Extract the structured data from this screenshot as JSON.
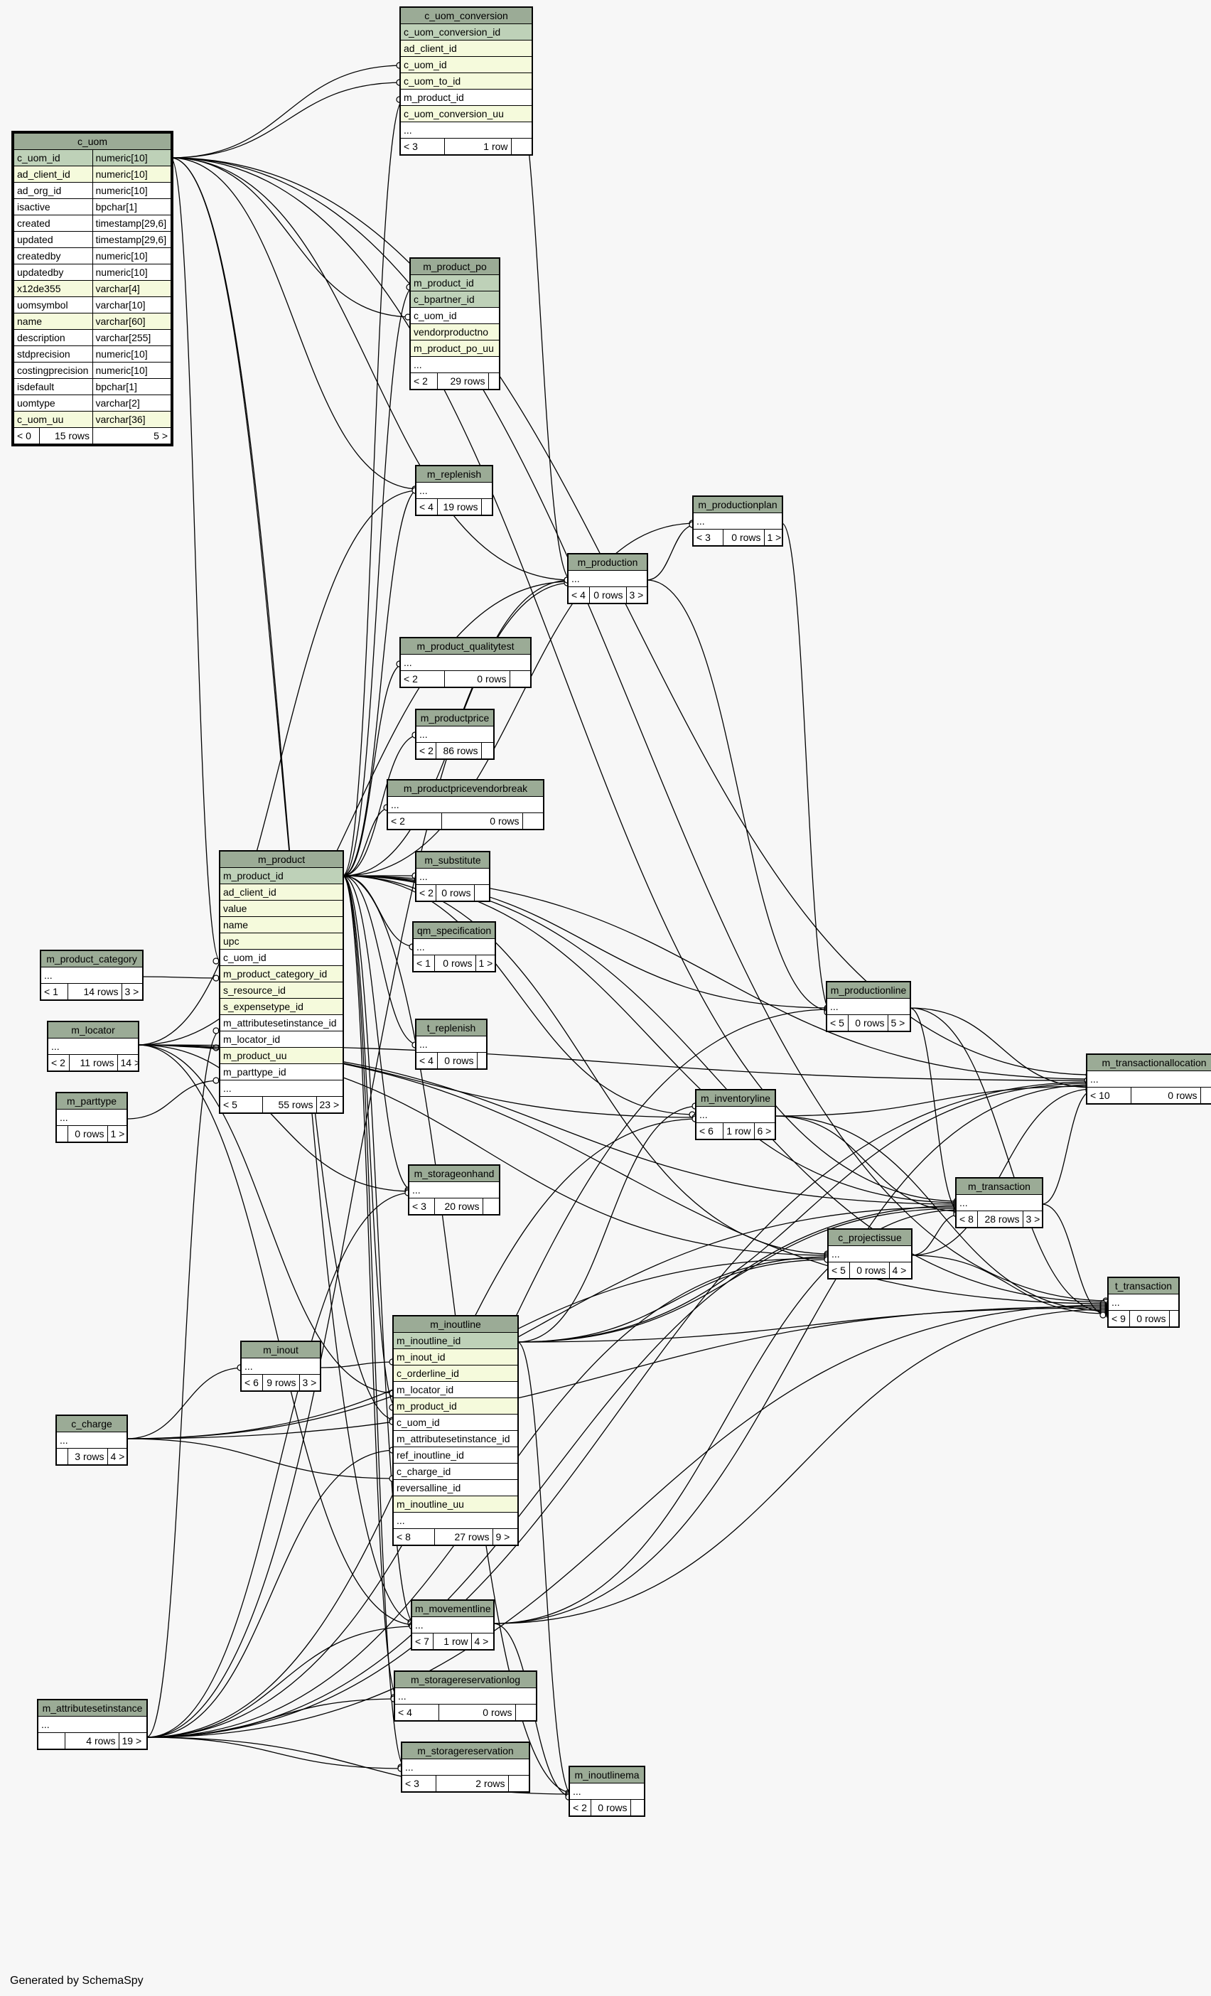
{
  "diagram": {
    "footer": "Generated by SchemaSpy",
    "tables": {
      "c_uom": {
        "name": "c_uom",
        "columns": [
          {
            "name": "c_uom_id",
            "type": "numeric[10]",
            "kind": "pk"
          },
          {
            "name": "ad_client_id",
            "type": "numeric[10]",
            "kind": "idx"
          },
          {
            "name": "ad_org_id",
            "type": "numeric[10]",
            "kind": ""
          },
          {
            "name": "isactive",
            "type": "bpchar[1]",
            "kind": ""
          },
          {
            "name": "created",
            "type": "timestamp[29,6]",
            "kind": ""
          },
          {
            "name": "updated",
            "type": "timestamp[29,6]",
            "kind": ""
          },
          {
            "name": "createdby",
            "type": "numeric[10]",
            "kind": ""
          },
          {
            "name": "updatedby",
            "type": "numeric[10]",
            "kind": ""
          },
          {
            "name": "x12de355",
            "type": "varchar[4]",
            "kind": "idx"
          },
          {
            "name": "uomsymbol",
            "type": "varchar[10]",
            "kind": ""
          },
          {
            "name": "name",
            "type": "varchar[60]",
            "kind": "idx"
          },
          {
            "name": "description",
            "type": "varchar[255]",
            "kind": ""
          },
          {
            "name": "stdprecision",
            "type": "numeric[10]",
            "kind": ""
          },
          {
            "name": "costingprecision",
            "type": "numeric[10]",
            "kind": ""
          },
          {
            "name": "isdefault",
            "type": "bpchar[1]",
            "kind": ""
          },
          {
            "name": "uomtype",
            "type": "varchar[2]",
            "kind": ""
          },
          {
            "name": "c_uom_uu",
            "type": "varchar[36]",
            "kind": "idx"
          }
        ],
        "footer": [
          "< 0",
          "15 rows",
          "5 >"
        ]
      },
      "c_uom_conversion": {
        "name": "c_uom_conversion",
        "columns": [
          {
            "name": "c_uom_conversion_id",
            "kind": "pk"
          },
          {
            "name": "ad_client_id",
            "kind": "idx"
          },
          {
            "name": "c_uom_id",
            "kind": "idx"
          },
          {
            "name": "c_uom_to_id",
            "kind": "idx"
          },
          {
            "name": "m_product_id",
            "kind": ""
          },
          {
            "name": "c_uom_conversion_uu",
            "kind": "idx"
          },
          {
            "name": "...",
            "kind": ""
          }
        ],
        "footer": [
          "< 3",
          "1 row",
          ""
        ]
      },
      "m_product_po": {
        "name": "m_product_po",
        "columns": [
          {
            "name": "m_product_id",
            "kind": "pk"
          },
          {
            "name": "c_bpartner_id",
            "kind": "pk"
          },
          {
            "name": "c_uom_id",
            "kind": ""
          },
          {
            "name": "vendorproductno",
            "kind": "idx"
          },
          {
            "name": "m_product_po_uu",
            "kind": "idx"
          },
          {
            "name": "...",
            "kind": ""
          }
        ],
        "footer": [
          "< 2",
          "29 rows",
          ""
        ]
      },
      "m_replenish": {
        "name": "m_replenish",
        "footer": [
          "< 4",
          "19 rows",
          ""
        ]
      },
      "m_productionplan": {
        "name": "m_productionplan",
        "footer": [
          "< 3",
          "0 rows",
          "1 >"
        ]
      },
      "m_production": {
        "name": "m_production",
        "footer": [
          "< 4",
          "0 rows",
          "3 >"
        ]
      },
      "m_product_qualitytest": {
        "name": "m_product_qualitytest",
        "footer": [
          "< 2",
          "0 rows",
          ""
        ]
      },
      "m_productprice": {
        "name": "m_productprice",
        "footer": [
          "< 2",
          "86 rows",
          ""
        ]
      },
      "m_productpricevendorbreak": {
        "name": "m_productpricevendorbreak",
        "footer": [
          "< 2",
          "0 rows",
          ""
        ]
      },
      "m_substitute": {
        "name": "m_substitute",
        "footer": [
          "< 2",
          "0 rows",
          ""
        ]
      },
      "qm_specification": {
        "name": "qm_specification",
        "footer": [
          "< 1",
          "0 rows",
          "1 >"
        ]
      },
      "t_replenish": {
        "name": "t_replenish",
        "footer": [
          "< 4",
          "0 rows",
          ""
        ]
      },
      "m_storageonhand": {
        "name": "m_storageonhand",
        "footer": [
          "< 3",
          "20 rows",
          ""
        ]
      },
      "m_product": {
        "name": "m_product",
        "columns": [
          {
            "name": "m_product_id",
            "kind": "pk"
          },
          {
            "name": "ad_client_id",
            "kind": "idx"
          },
          {
            "name": "value",
            "kind": "idx"
          },
          {
            "name": "name",
            "kind": "idx"
          },
          {
            "name": "upc",
            "kind": "idx"
          },
          {
            "name": "c_uom_id",
            "kind": ""
          },
          {
            "name": "m_product_category_id",
            "kind": "idx"
          },
          {
            "name": "s_resource_id",
            "kind": "idx"
          },
          {
            "name": "s_expensetype_id",
            "kind": "idx"
          },
          {
            "name": "m_attributesetinstance_id",
            "kind": ""
          },
          {
            "name": "m_locator_id",
            "kind": ""
          },
          {
            "name": "m_product_uu",
            "kind": "idx"
          },
          {
            "name": "m_parttype_id",
            "kind": ""
          },
          {
            "name": "...",
            "kind": ""
          }
        ],
        "footer": [
          "< 5",
          "55 rows",
          "23 >"
        ]
      },
      "m_product_category": {
        "name": "m_product_category",
        "footer": [
          "< 1",
          "14 rows",
          "3 >"
        ]
      },
      "m_locator": {
        "name": "m_locator",
        "footer": [
          "< 2",
          "11 rows",
          "14 >"
        ]
      },
      "m_parttype": {
        "name": "m_parttype",
        "footer": [
          "",
          "0 rows",
          "1 >"
        ]
      },
      "m_productionline": {
        "name": "m_productionline",
        "footer": [
          "< 5",
          "0 rows",
          "5 >"
        ]
      },
      "m_transactionallocation": {
        "name": "m_transactionallocation",
        "footer": [
          "< 10",
          "0 rows",
          ""
        ]
      },
      "m_inventoryline": {
        "name": "m_inventoryline",
        "footer": [
          "< 6",
          "1 row",
          "6 >"
        ]
      },
      "m_transaction": {
        "name": "m_transaction",
        "footer": [
          "< 8",
          "28 rows",
          "3 >"
        ]
      },
      "c_projectissue": {
        "name": "c_projectissue",
        "footer": [
          "< 5",
          "0 rows",
          "4 >"
        ]
      },
      "t_transaction": {
        "name": "t_transaction",
        "footer": [
          "< 9",
          "0 rows",
          ""
        ]
      },
      "m_inout": {
        "name": "m_inout",
        "footer": [
          "< 6",
          "9 rows",
          "3 >"
        ]
      },
      "m_inoutline": {
        "name": "m_inoutline",
        "columns": [
          {
            "name": "m_inoutline_id",
            "kind": "pk"
          },
          {
            "name": "m_inout_id",
            "kind": "idx"
          },
          {
            "name": "c_orderline_id",
            "kind": "idx"
          },
          {
            "name": "m_locator_id",
            "kind": ""
          },
          {
            "name": "m_product_id",
            "kind": "idx"
          },
          {
            "name": "c_uom_id",
            "kind": ""
          },
          {
            "name": "m_attributesetinstance_id",
            "kind": ""
          },
          {
            "name": "ref_inoutline_id",
            "kind": ""
          },
          {
            "name": "c_charge_id",
            "kind": ""
          },
          {
            "name": "reversalline_id",
            "kind": ""
          },
          {
            "name": "m_inoutline_uu",
            "kind": "idx"
          },
          {
            "name": "...",
            "kind": ""
          }
        ],
        "footer": [
          "< 8",
          "27 rows",
          "9 >"
        ]
      },
      "c_charge": {
        "name": "c_charge",
        "footer": [
          "",
          "3 rows",
          "4 >"
        ]
      },
      "m_movementline": {
        "name": "m_movementline",
        "footer": [
          "< 7",
          "1 row",
          "4 >"
        ]
      },
      "m_storagereservationlog": {
        "name": "m_storagereservationlog",
        "footer": [
          "< 4",
          "0 rows",
          ""
        ]
      },
      "m_storagereservation": {
        "name": "m_storagereservation",
        "footer": [
          "< 3",
          "2 rows",
          ""
        ]
      },
      "m_attributesetinstance": {
        "name": "m_attributesetinstance",
        "footer": [
          "",
          "4 rows",
          "19 >"
        ]
      },
      "m_inoutlinema": {
        "name": "m_inoutlinema",
        "footer": [
          "< 2",
          "0 rows",
          ""
        ]
      }
    }
  }
}
